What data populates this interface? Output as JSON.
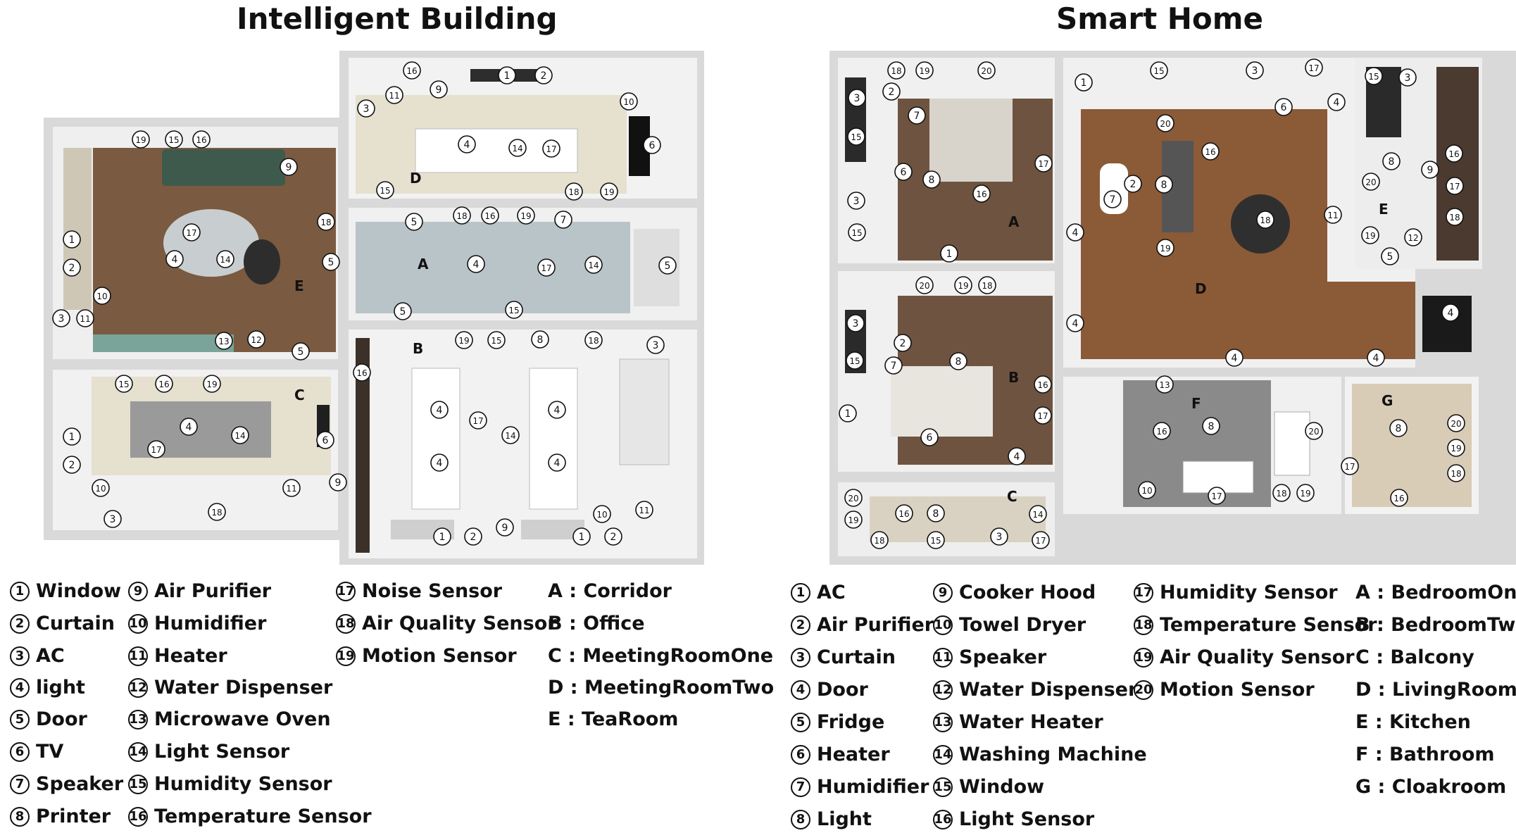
{
  "titles": {
    "building": "Intelligent Building",
    "home": "Smart Home"
  },
  "colors": {
    "wood": "#7a5a40",
    "floor_grey": "#b9c4c8",
    "wall": "#d6d6d6",
    "wall_light": "#efefef",
    "room_light": "#e9e5dc",
    "marker_border": "#111111"
  },
  "building_legend": {
    "devices": [
      {
        "n": "1",
        "name": "Window"
      },
      {
        "n": "2",
        "name": "Curtain"
      },
      {
        "n": "3",
        "name": "AC"
      },
      {
        "n": "4",
        "name": "light"
      },
      {
        "n": "5",
        "name": "Door"
      },
      {
        "n": "6",
        "name": "TV"
      },
      {
        "n": "7",
        "name": "Speaker"
      },
      {
        "n": "8",
        "name": "Printer"
      },
      {
        "n": "9",
        "name": "Air Purifier"
      },
      {
        "n": "10",
        "name": "Humidifier"
      },
      {
        "n": "11",
        "name": "Heater"
      },
      {
        "n": "12",
        "name": "Water Dispenser"
      },
      {
        "n": "13",
        "name": "Microwave Oven"
      },
      {
        "n": "14",
        "name": "Light Sensor"
      },
      {
        "n": "15",
        "name": "Humidity Sensor"
      },
      {
        "n": "16",
        "name": "Temperature Sensor"
      },
      {
        "n": "17",
        "name": "Noise Sensor"
      },
      {
        "n": "18",
        "name": "Air Quality Sensor"
      },
      {
        "n": "19",
        "name": "Motion Sensor"
      }
    ],
    "rooms": [
      "A : Corridor",
      "B : Office",
      "C : MeetingRoomOne",
      "D : MeetingRoomTwo",
      "E : TeaRoom"
    ]
  },
  "home_legend": {
    "devices": [
      {
        "n": "1",
        "name": "AC"
      },
      {
        "n": "2",
        "name": "Air Purifier"
      },
      {
        "n": "3",
        "name": "Curtain"
      },
      {
        "n": "4",
        "name": "Door"
      },
      {
        "n": "5",
        "name": "Fridge"
      },
      {
        "n": "6",
        "name": "Heater"
      },
      {
        "n": "7",
        "name": "Humidifier"
      },
      {
        "n": "8",
        "name": "Light"
      },
      {
        "n": "9",
        "name": "Cooker Hood"
      },
      {
        "n": "10",
        "name": "Towel Dryer"
      },
      {
        "n": "11",
        "name": "Speaker"
      },
      {
        "n": "12",
        "name": "Water Dispenser"
      },
      {
        "n": "13",
        "name": "Water Heater"
      },
      {
        "n": "14",
        "name": "Washing Machine"
      },
      {
        "n": "15",
        "name": "Window"
      },
      {
        "n": "16",
        "name": "Light Sensor"
      },
      {
        "n": "17",
        "name": "Humidity Sensor"
      },
      {
        "n": "18",
        "name": "Temperature Sensor"
      },
      {
        "n": "19",
        "name": "Air Quality Sensor"
      },
      {
        "n": "20",
        "name": "Motion Sensor"
      }
    ],
    "rooms": [
      "A : BedroomOne",
      "B : BedroomTwo",
      "C : Balcony",
      "D : LivingRoom",
      "E : Kitchen",
      "F : Bathroom",
      "G : Cloakroom"
    ]
  },
  "room_letters": {
    "A": "A",
    "B": "B",
    "C": "C",
    "D": "D",
    "E": "E",
    "F": "F",
    "G": "G"
  }
}
